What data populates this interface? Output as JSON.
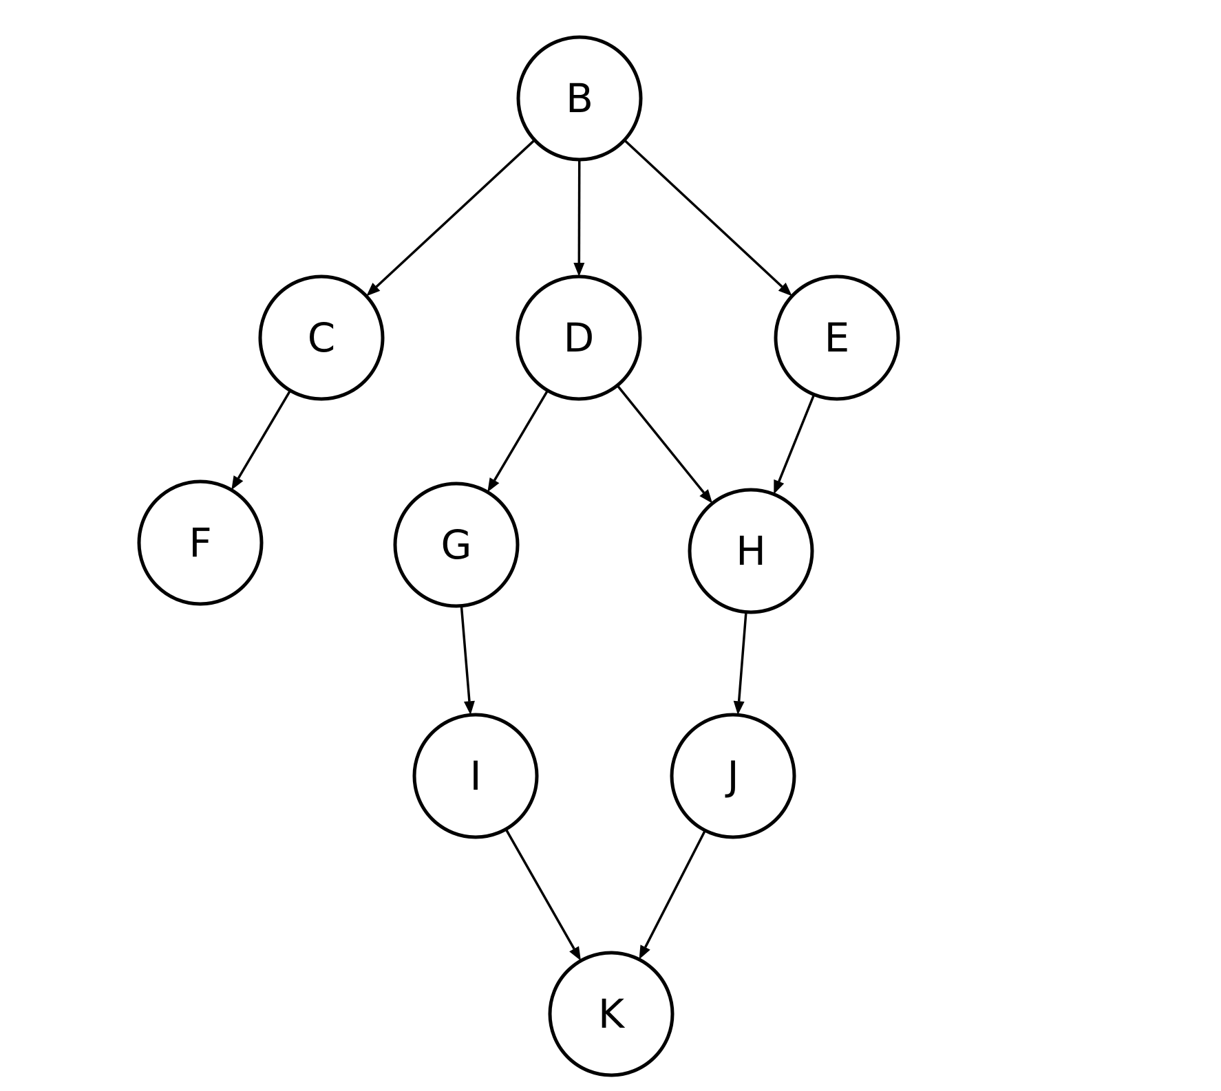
{
  "diagram": {
    "type": "directed-graph",
    "line_color": "#000000",
    "background": "#ffffff",
    "nodes": [
      {
        "id": "B",
        "label": "B"
      },
      {
        "id": "C",
        "label": "C"
      },
      {
        "id": "D",
        "label": "D"
      },
      {
        "id": "E",
        "label": "E"
      },
      {
        "id": "F",
        "label": "F"
      },
      {
        "id": "G",
        "label": "G"
      },
      {
        "id": "H",
        "label": "H"
      },
      {
        "id": "I",
        "label": "I"
      },
      {
        "id": "J",
        "label": "J"
      },
      {
        "id": "K",
        "label": "K"
      }
    ],
    "edges": [
      {
        "from": "B",
        "to": "C"
      },
      {
        "from": "B",
        "to": "D"
      },
      {
        "from": "B",
        "to": "E"
      },
      {
        "from": "C",
        "to": "F"
      },
      {
        "from": "D",
        "to": "G"
      },
      {
        "from": "D",
        "to": "H"
      },
      {
        "from": "E",
        "to": "H"
      },
      {
        "from": "G",
        "to": "I"
      },
      {
        "from": "H",
        "to": "J"
      },
      {
        "from": "I",
        "to": "K"
      },
      {
        "from": "J",
        "to": "K"
      }
    ]
  }
}
